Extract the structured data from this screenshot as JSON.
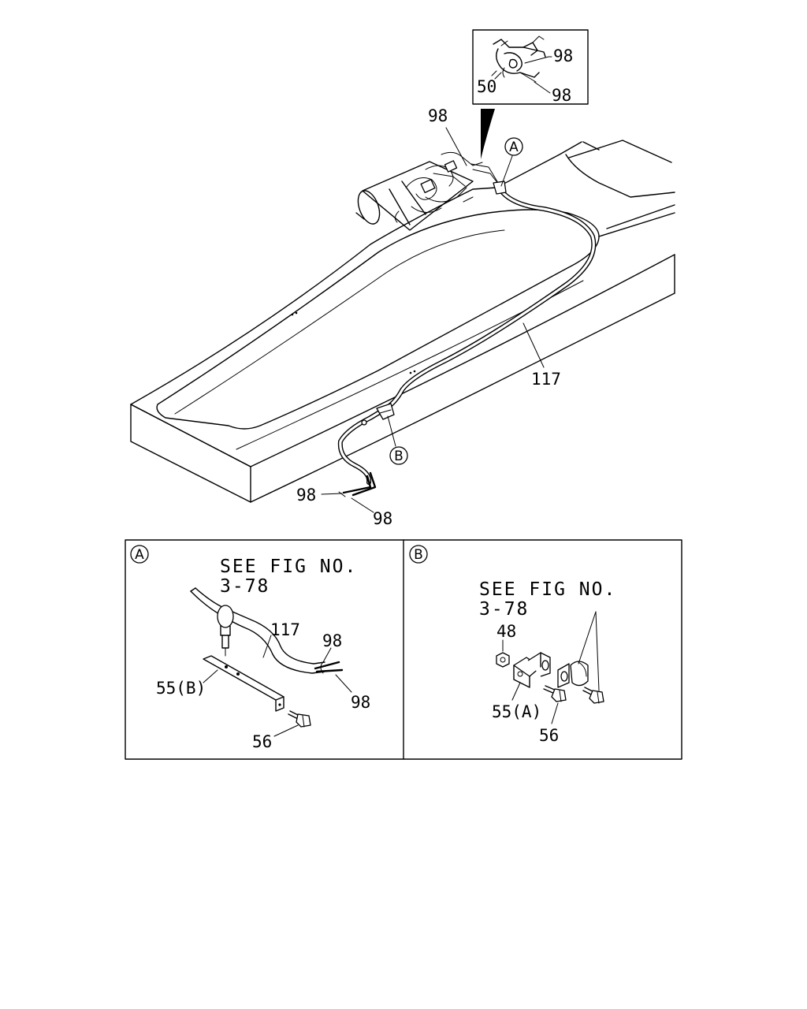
{
  "main_view": {
    "callouts": {
      "inset_top_98": "98",
      "inset_mid_50": "50",
      "inset_bot_98": "98",
      "pump_98": "98",
      "hose_117": "117",
      "end_98_a": "98",
      "end_98_b": "98",
      "ref_a": "A",
      "ref_b": "B"
    }
  },
  "detail_a": {
    "badge": "A",
    "see_line1": "SEE FIG NO.",
    "see_line2": "3-78",
    "label_117": "117",
    "label_98_top": "98",
    "label_98_bot": "98",
    "label_55b": "55(B)",
    "label_56": "56"
  },
  "detail_b": {
    "badge": "B",
    "see_line1": "SEE FIG NO.",
    "see_line2": "3-78",
    "label_48": "48",
    "label_55a": "55(A)",
    "label_56": "56"
  }
}
